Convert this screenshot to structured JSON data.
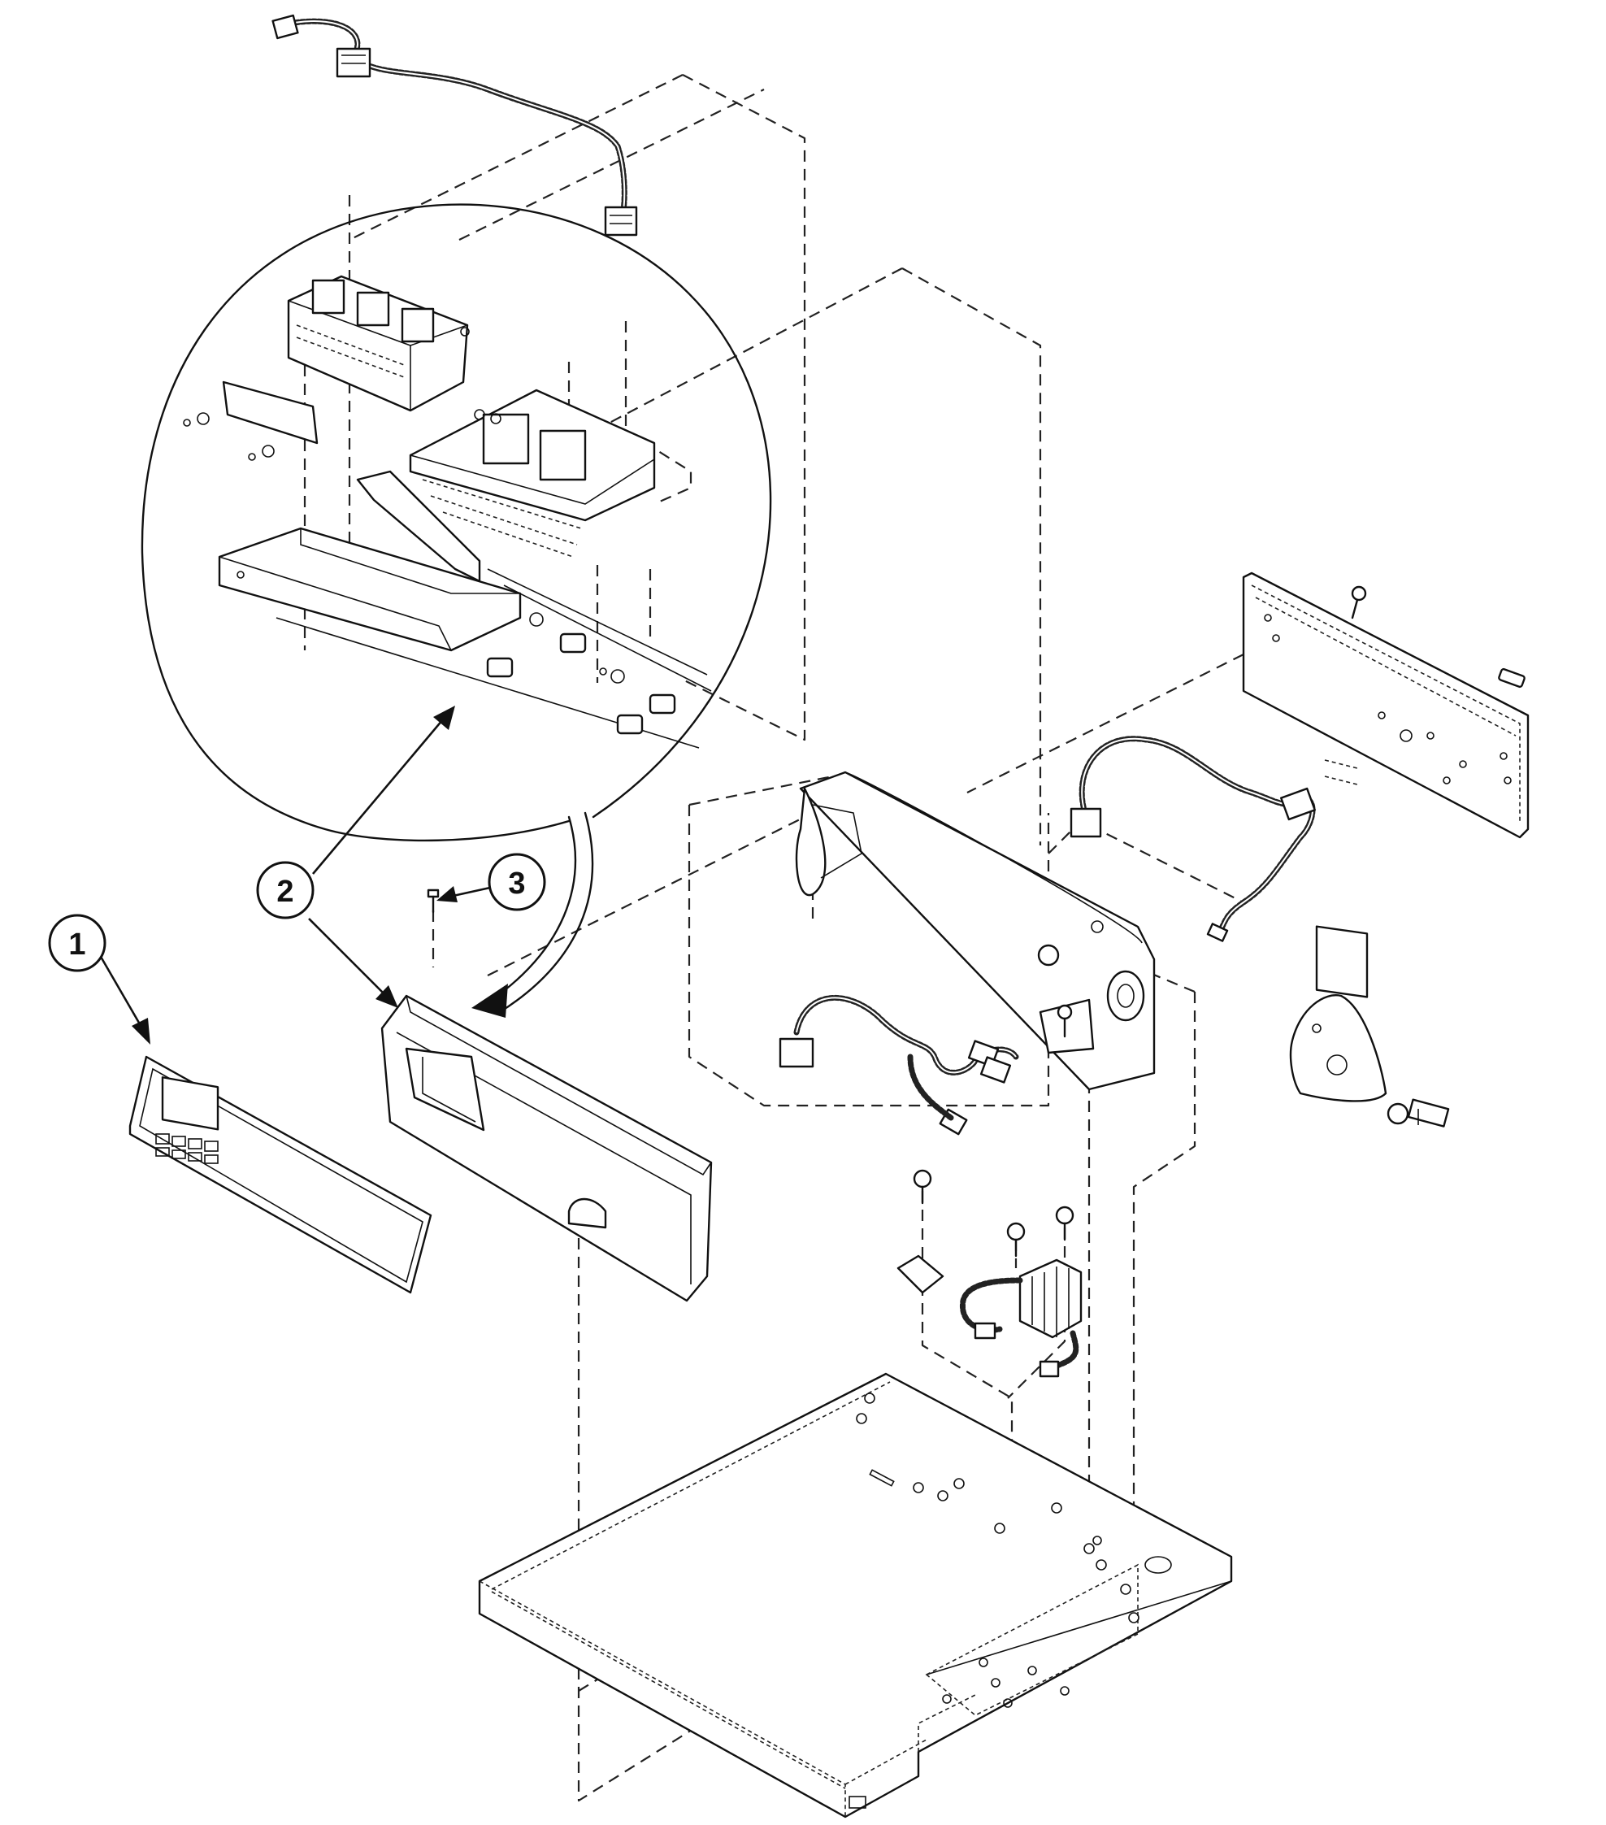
{
  "callouts": [
    {
      "number": "1",
      "part": "control-panel-overlay"
    },
    {
      "number": "2",
      "part": "control-console"
    },
    {
      "number": "3",
      "part": "screw"
    }
  ],
  "icons": [
    "wire-harness-icon",
    "screw-icon",
    "circuit-board-icon",
    "magnifier-detail-icon"
  ],
  "colors": {
    "line": "#111111",
    "background": "#ffffff"
  }
}
